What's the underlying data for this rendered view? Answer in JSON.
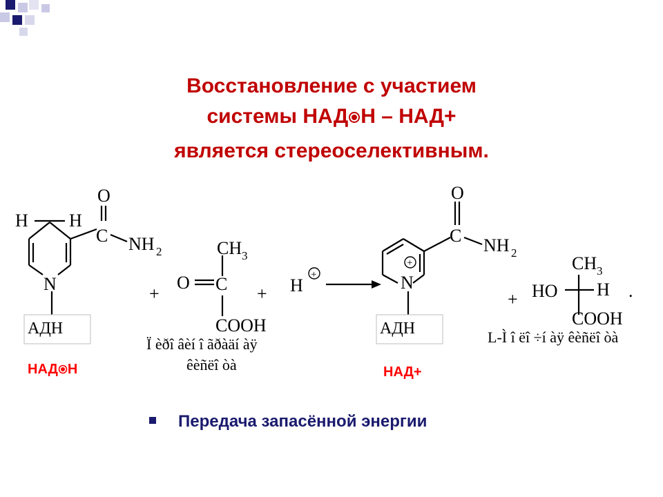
{
  "slide": {
    "title_line1": "Восстановление с участием",
    "title_line2_a": "системы НАД",
    "title_line2_b": "Н – НАД+",
    "title_line3": "является стереоселективным.",
    "accent_color": "#c00000",
    "label_color": "#ff0000",
    "bullet_color": "#1a1a6e"
  },
  "reaction": {
    "nadh_label_a": "НАД",
    "nadh_label_b": "Н",
    "nad_label": "НАД+",
    "left_molecule": {
      "h_left": "H",
      "h_right": "H",
      "o": "O",
      "c": "C",
      "nh2": "NH",
      "nh2_sub": "2",
      "n": "N",
      "adn_box": "АДН"
    },
    "pyruvate": {
      "ch3": "CH",
      "ch3_sub": "3",
      "o": "O",
      "c": "C",
      "cooh": "COOH",
      "caption_line1": "Ï èðî âèí î ãðàäí àÿ",
      "caption_line2": "êèñëî òà"
    },
    "proton": {
      "h": "H",
      "charge": "+"
    },
    "plus_signs": [
      "+",
      "+",
      "+"
    ],
    "right_molecule": {
      "o": "O",
      "c": "C",
      "nh2": "NH",
      "nh2_sub": "2",
      "n": "N",
      "charge": "+",
      "adn_box": "АДН"
    },
    "lactate": {
      "ch3": "CH",
      "ch3_sub": "3",
      "ho": "HO",
      "h": "H",
      "cooh": "COOH",
      "period": ".",
      "caption": "L-Ì î ëî ÷í àÿ êèñëî òà"
    }
  },
  "bullet": {
    "text": "Передача запасённой энергии"
  }
}
